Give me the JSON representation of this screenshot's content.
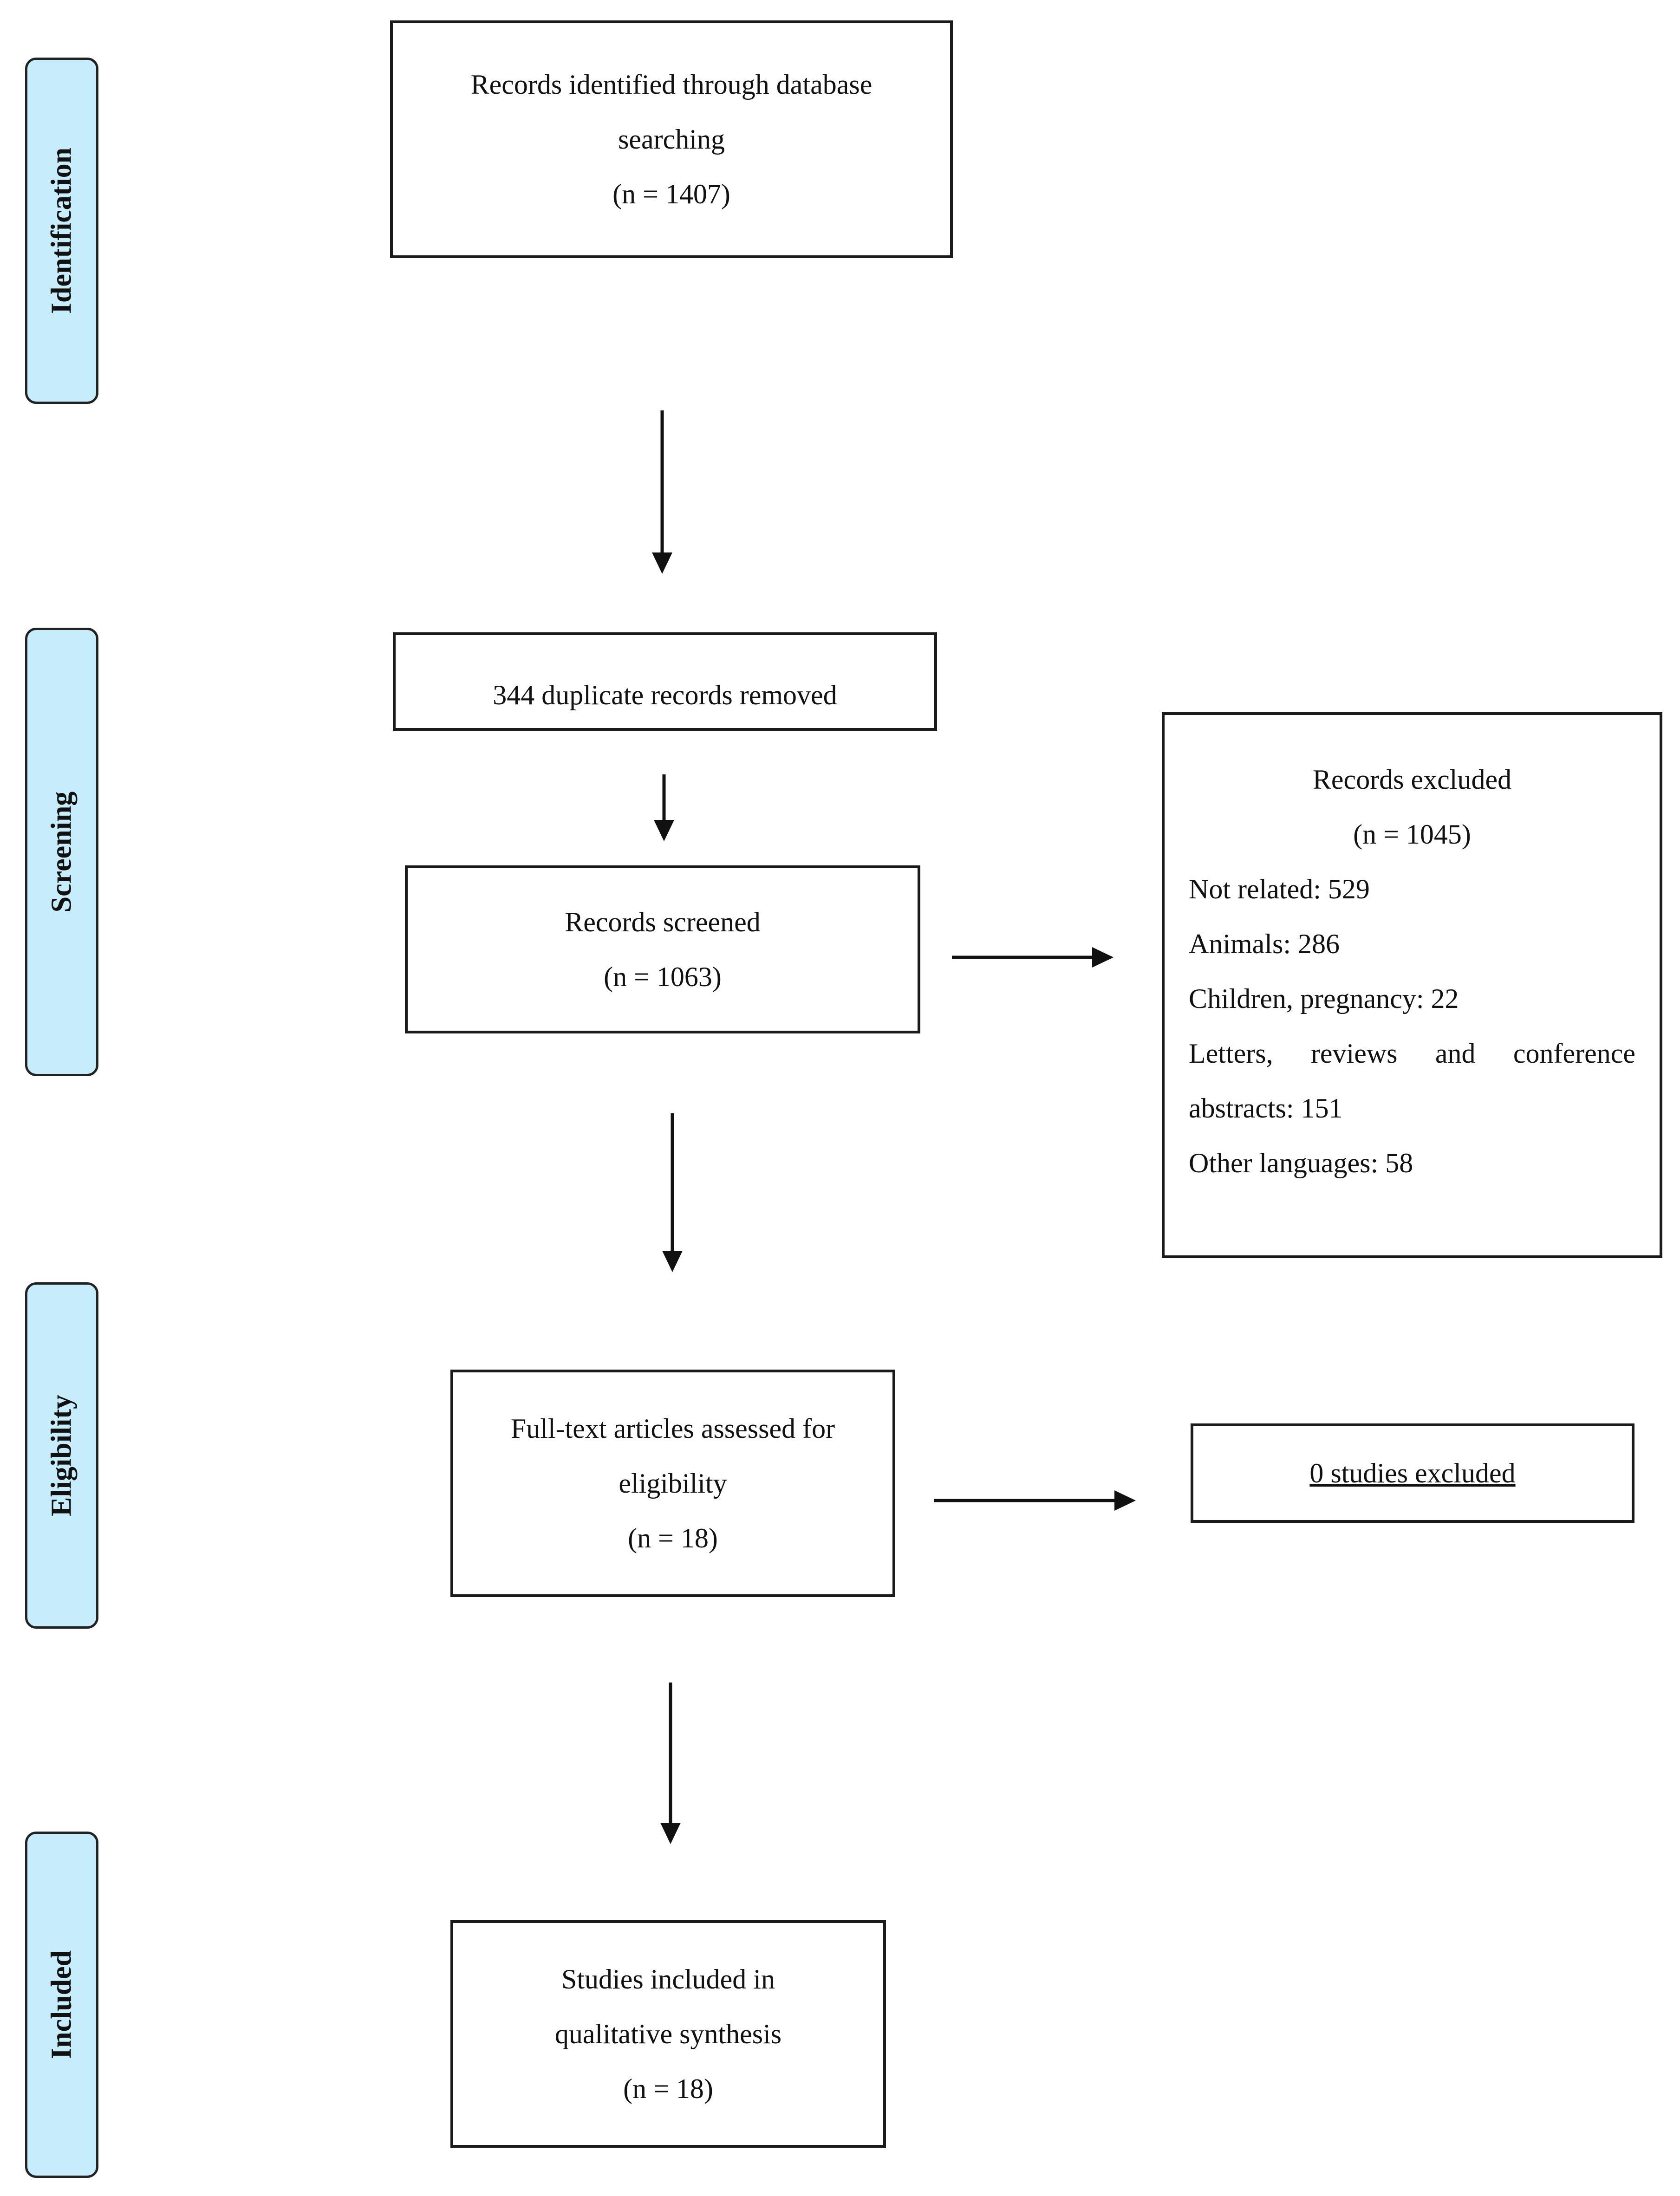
{
  "phases": {
    "identification": "Identification",
    "screening": "Screening",
    "eligibility": "Eligibility",
    "included": "Included"
  },
  "boxes": {
    "identified": {
      "line1": "Records identified through database",
      "line2": "searching",
      "line3": "(n = 1407)"
    },
    "duplicates": {
      "text": "344 duplicate records removed"
    },
    "screened": {
      "line1": "Records screened",
      "line2": "(n = 1063)"
    },
    "excluded": {
      "title": "Records excluded",
      "count": "(n = 1045)",
      "items": [
        "Not related: 529",
        "Animals: 286",
        "Children, pregnancy: 22",
        "Letters, reviews and conference",
        "abstracts: 151",
        "Other languages: 58"
      ]
    },
    "fulltext": {
      "line1": "Full-text articles assessed for",
      "line2": "eligibility",
      "line3": "(n = 18)"
    },
    "studies_excluded": {
      "text": "0 studies excluded"
    },
    "included": {
      "line1": "Studies included in",
      "line2": "qualitative synthesis",
      "line3": "(n = 18)"
    }
  }
}
